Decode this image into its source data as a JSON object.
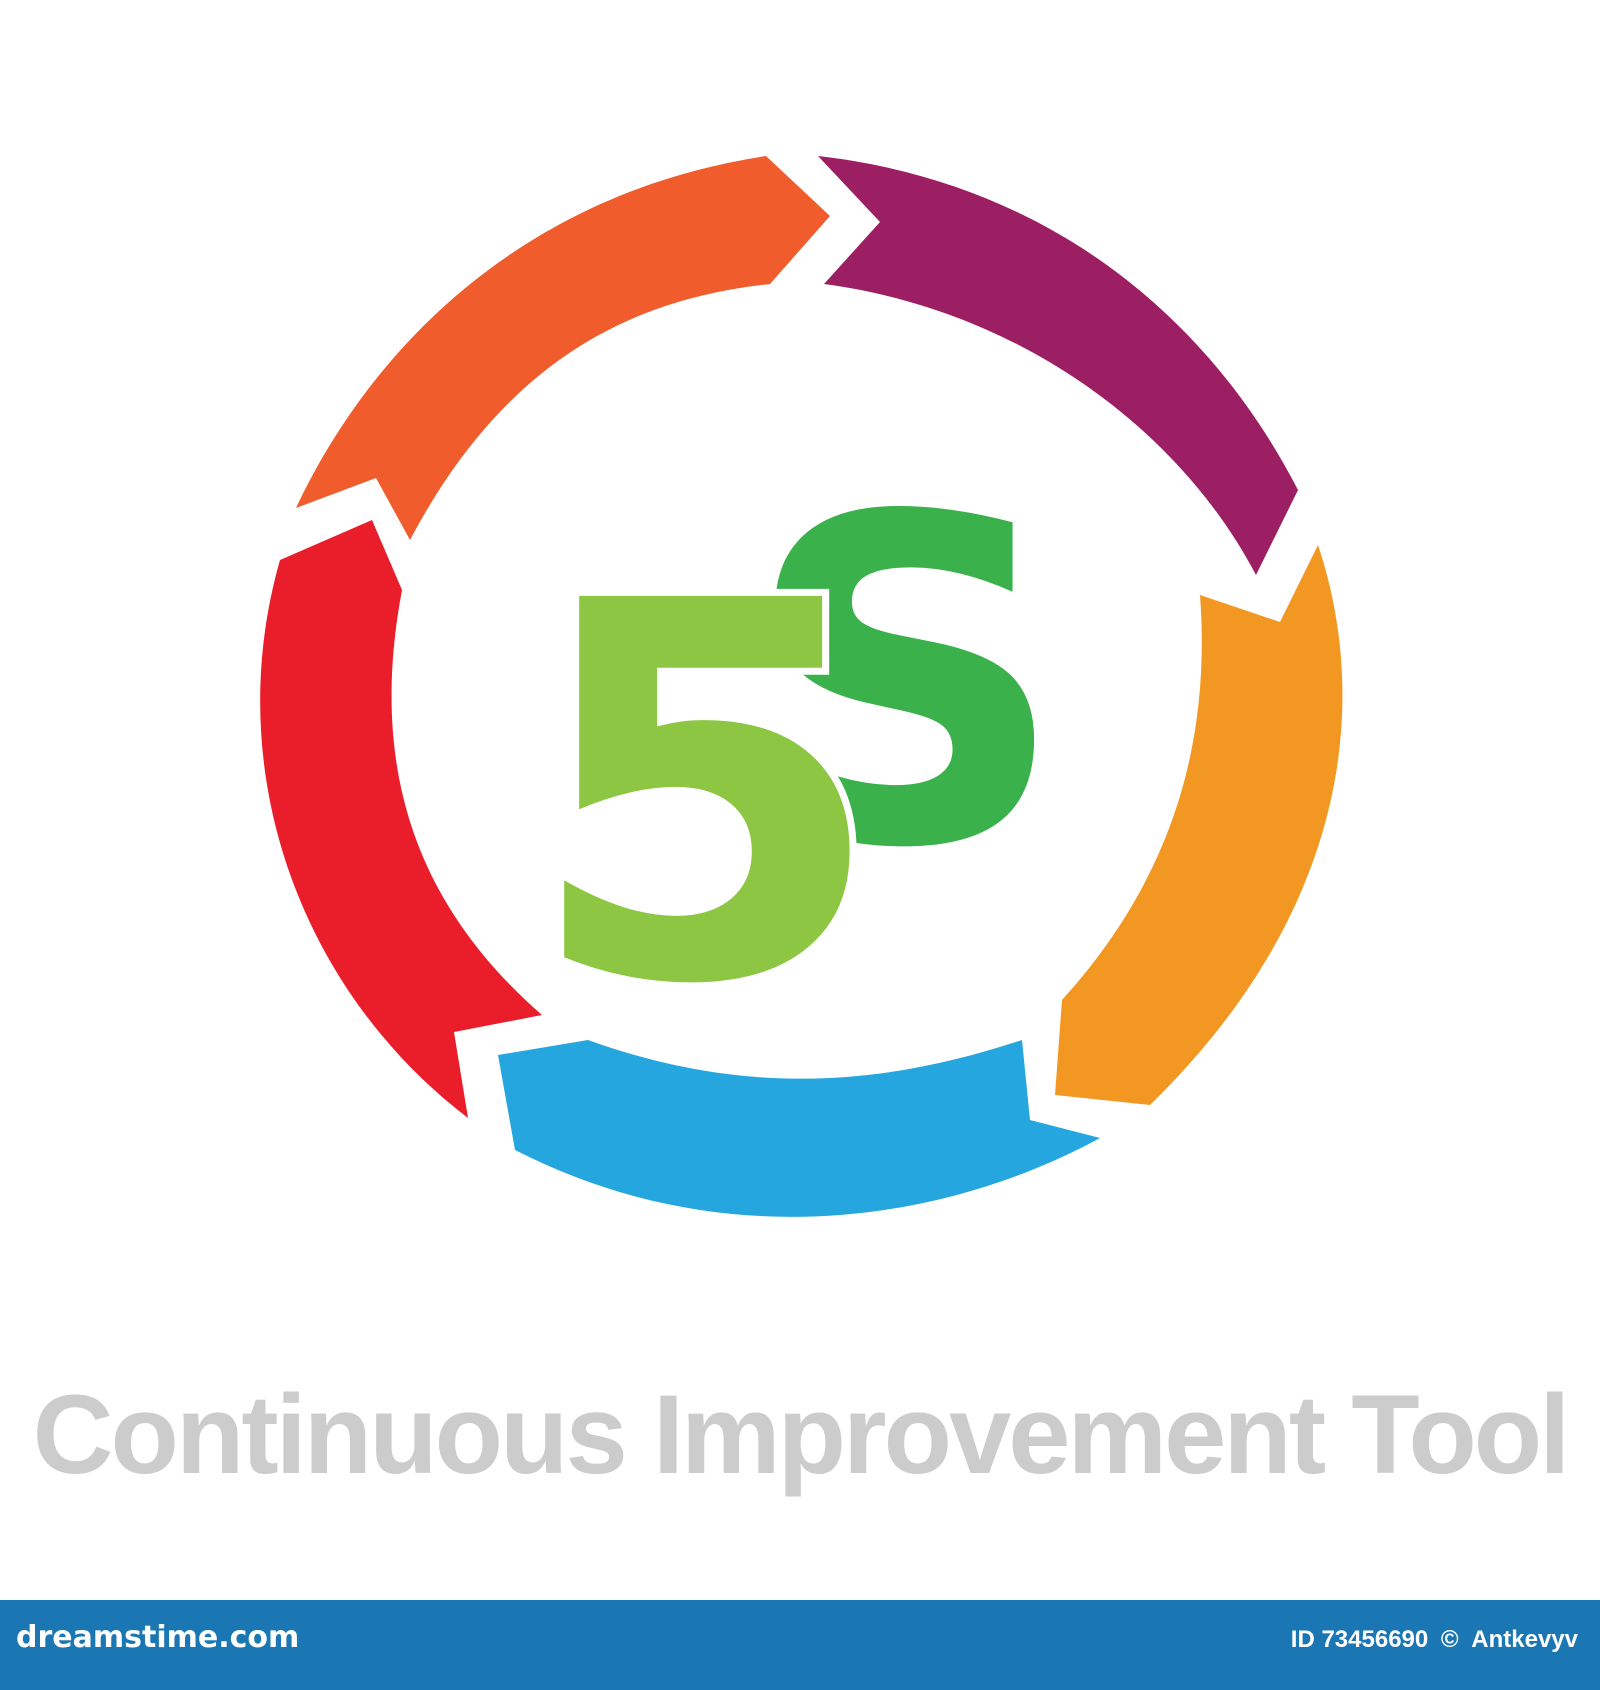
{
  "logo": {
    "number": "5",
    "letter": "S",
    "number_color": "#8dc643",
    "letter_color": "#3bb14b"
  },
  "cycle": {
    "segments": [
      {
        "name": "orange",
        "color": "#f05c2c"
      },
      {
        "name": "purple",
        "color": "#9c1f63"
      },
      {
        "name": "amber",
        "color": "#f39723"
      },
      {
        "name": "blue",
        "color": "#25a6de"
      },
      {
        "name": "red",
        "color": "#ea1d2a"
      }
    ]
  },
  "caption": "Continuous Improvement Tool",
  "footer": {
    "site": "dreamstime.com",
    "image_id": "ID 73456690",
    "copyright": "©",
    "author": "Antkevyv",
    "bar_color": "#1a77b3"
  }
}
